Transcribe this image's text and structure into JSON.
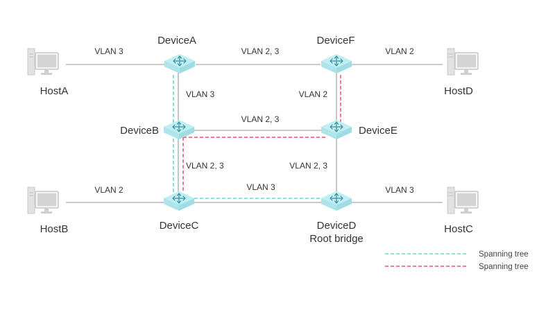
{
  "colors": {
    "link": "#b8b8b8",
    "switch_top": "#bfeff3",
    "switch_side": "#9fdde3",
    "switch_arrows": "#3a8fa0",
    "host_body": "#d8d8d8",
    "host_screen": "#cfcfcf",
    "spanning_tree_blue": "#7fd8d8",
    "spanning_tree_red": "#e8556e"
  },
  "devices": {
    "a": {
      "label": "DeviceA",
      "icon": "switch-icon"
    },
    "b": {
      "label": "DeviceB",
      "icon": "switch-icon"
    },
    "c": {
      "label": "DeviceC",
      "icon": "switch-icon"
    },
    "d": {
      "label": "DeviceD",
      "sublabel": "Root bridge",
      "icon": "switch-icon"
    },
    "e": {
      "label": "DeviceE",
      "icon": "switch-icon"
    },
    "f": {
      "label": "DeviceF",
      "icon": "switch-icon"
    }
  },
  "hosts": {
    "a": {
      "label": "HostA",
      "icon": "computer-icon"
    },
    "b": {
      "label": "HostB",
      "icon": "computer-icon"
    },
    "c": {
      "label": "HostC",
      "icon": "computer-icon"
    },
    "d": {
      "label": "HostD",
      "icon": "computer-icon"
    }
  },
  "links": {
    "hosta_devicea": "VLAN 3",
    "devicea_devicef": "VLAN 2, 3",
    "devicef_hostd": "VLAN 2",
    "devicea_deviceb": "VLAN 3",
    "devicef_devicee": "VLAN 2",
    "deviceb_devicee": "VLAN 2, 3",
    "deviceb_devicec": "VLAN 2, 3",
    "devicee_deviced": "VLAN 2, 3",
    "hostb_devicec": "VLAN 2",
    "devicec_deviced": "VLAN 3",
    "deviced_hostc": "VLAN 3"
  },
  "legend": [
    {
      "label": "Spanning tree",
      "color": "#7fd8d8"
    },
    {
      "label": "Spanning tree",
      "color": "#e8556e"
    }
  ]
}
